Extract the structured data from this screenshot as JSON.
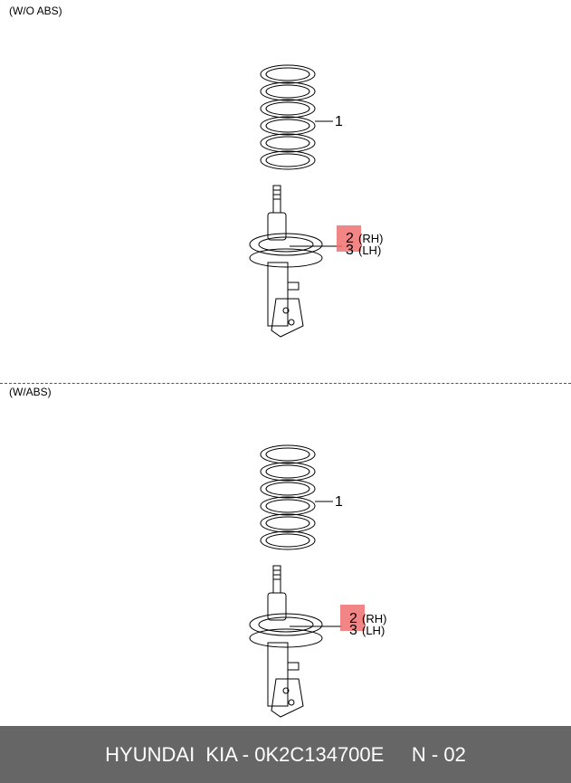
{
  "sections": [
    {
      "label": "(W/O ABS)",
      "callouts": {
        "part1": "1",
        "part2": "2",
        "part2_side": "(RH)",
        "part3": "3",
        "part3_side": "(LH)"
      }
    },
    {
      "label": "(W/ABS)",
      "callouts": {
        "part1": "1",
        "part2": "2",
        "part2_side": "(RH)",
        "part3": "3",
        "part3_side": "(LH)"
      }
    }
  ],
  "footer": {
    "brand": "HYUNDAI  KIA - 0K2C134700E",
    "page": "N - 02"
  },
  "colors": {
    "highlight": "#f07070",
    "footer_bg": "#666666",
    "line": "#000000"
  }
}
